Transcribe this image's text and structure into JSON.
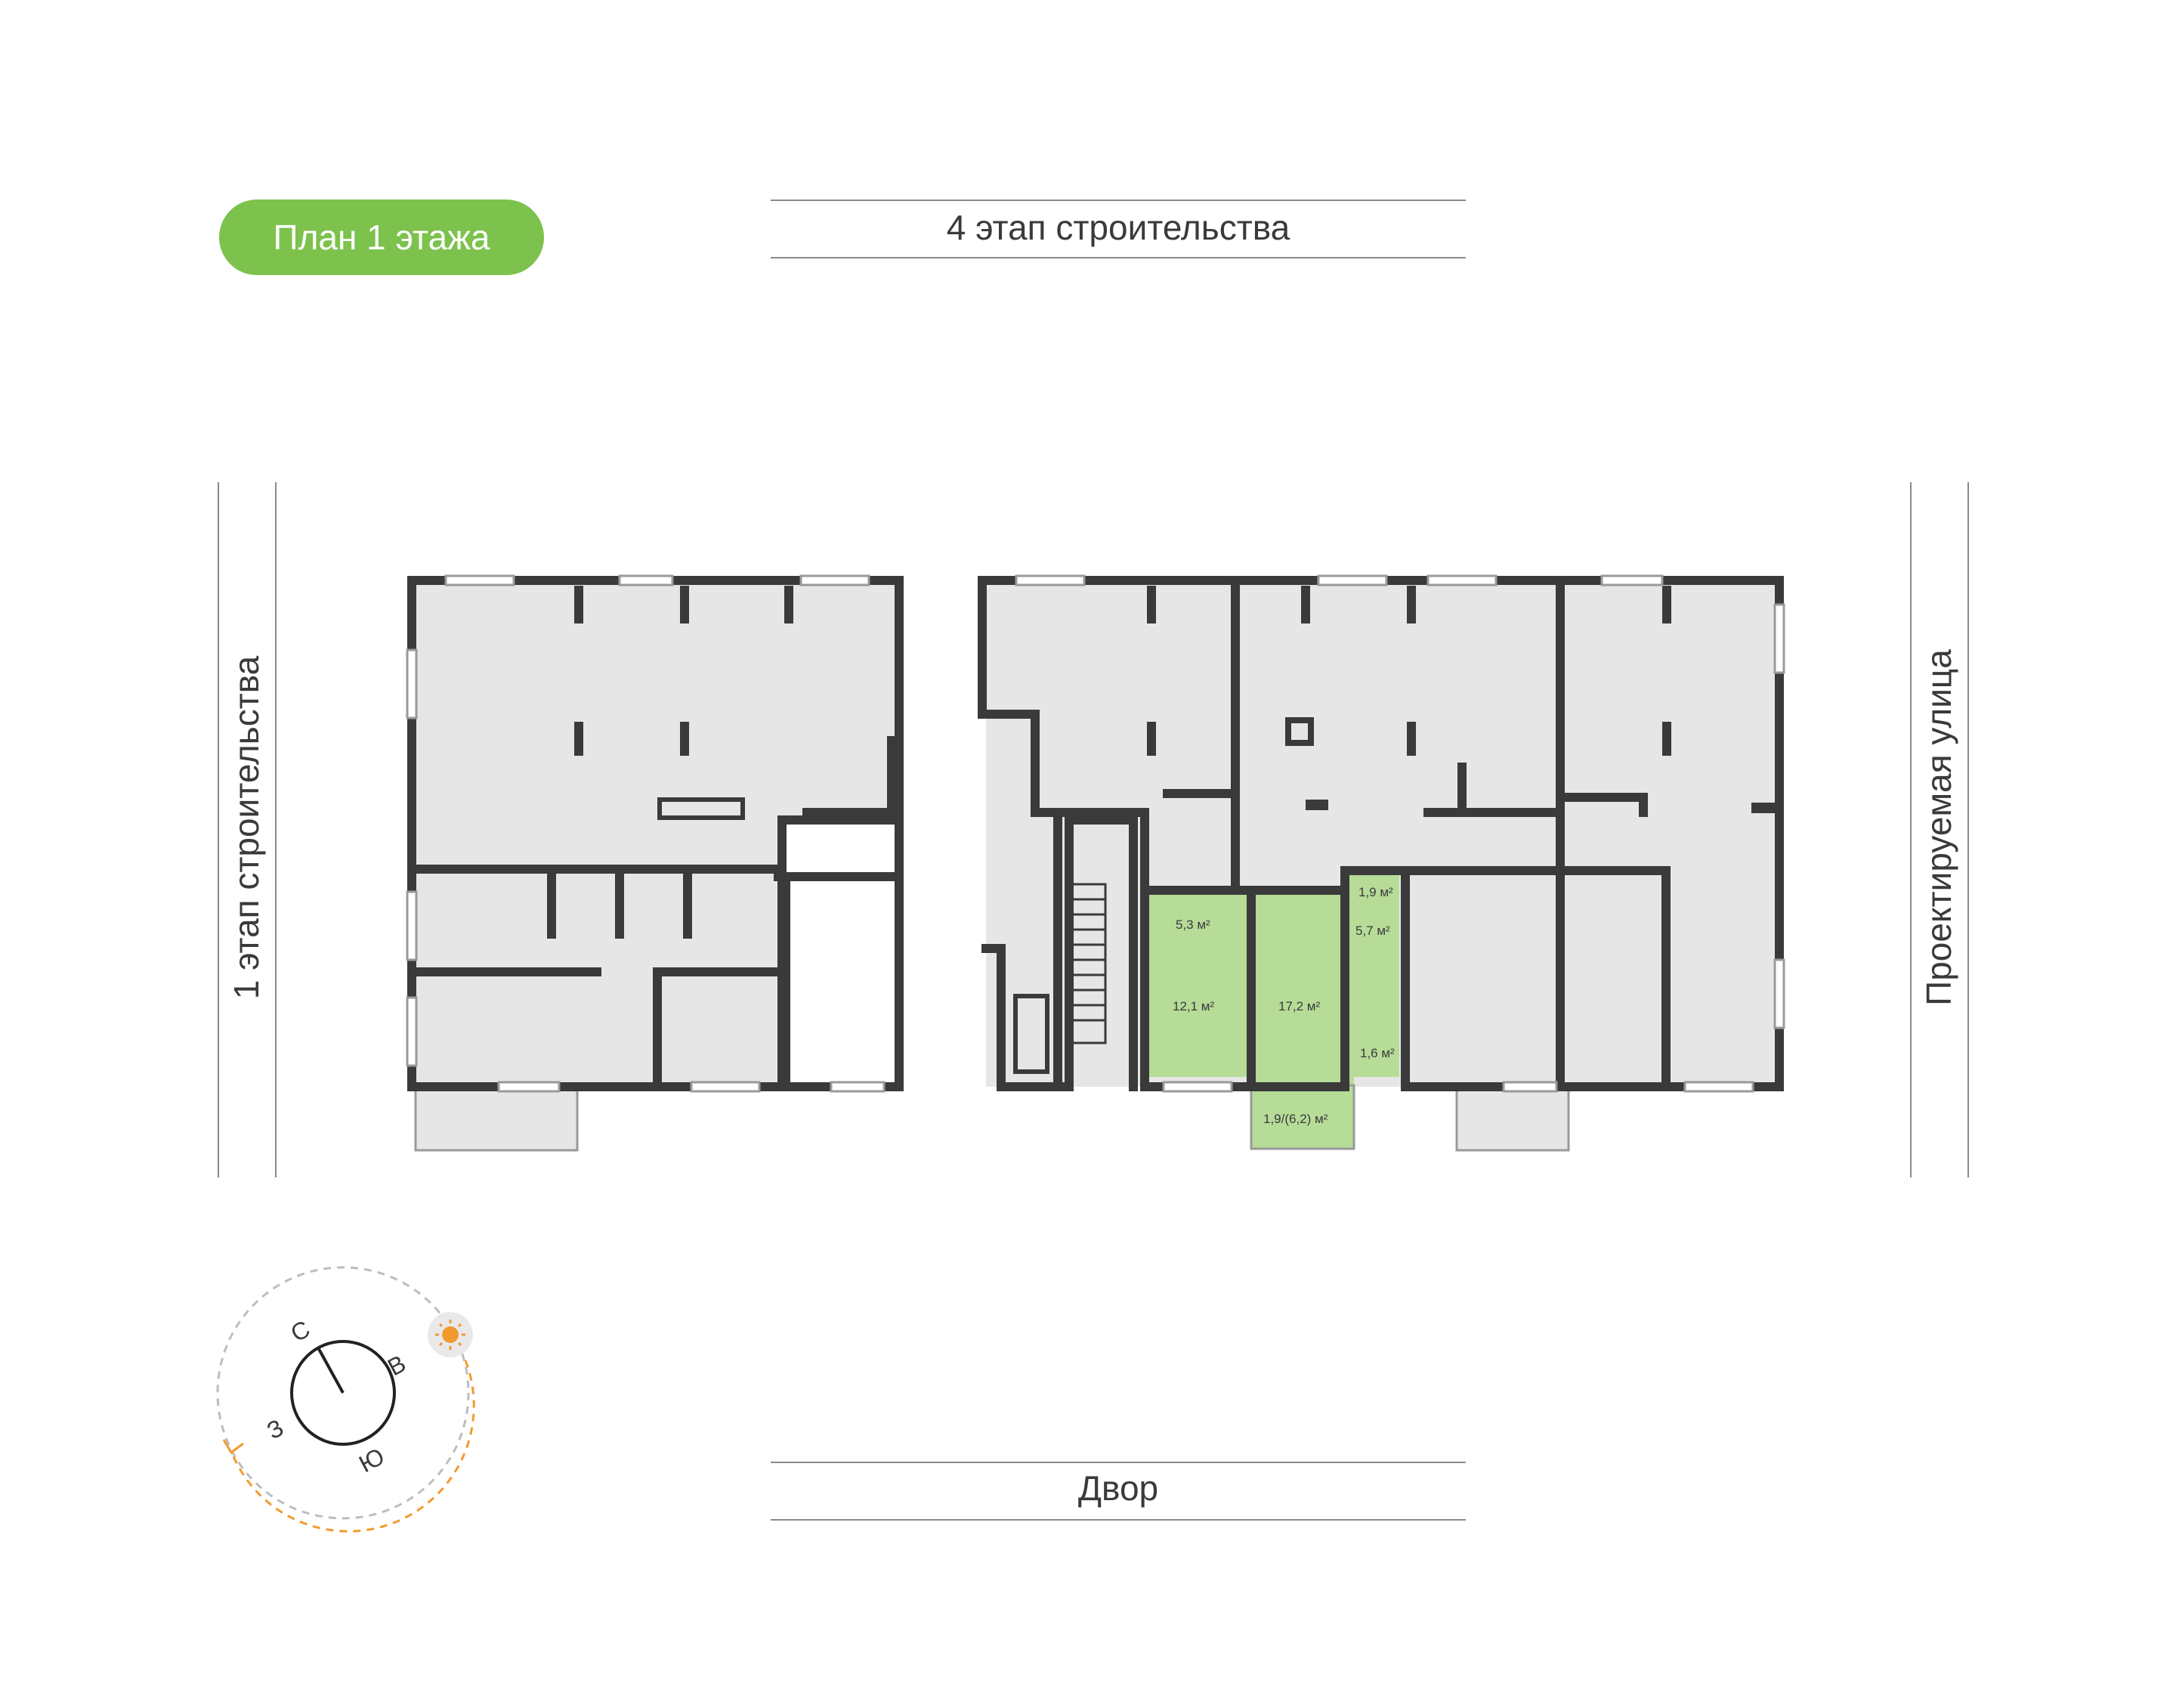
{
  "badge": {
    "title": "План 1 этажа",
    "color": "#7cc24c"
  },
  "labels": {
    "top": "4 этап строительства",
    "bottom": "Двор",
    "left": "1 этап строительства",
    "right": "Проектируемая улица"
  },
  "apartment": {
    "highlight_color": "#b6dc98",
    "rooms": [
      {
        "id": "bathroom",
        "area": "5,3 м²"
      },
      {
        "id": "bedroom",
        "area": "12,1 м²"
      },
      {
        "id": "kitchen-living",
        "area": "17,2 м²"
      },
      {
        "id": "wc",
        "area": "1,9 м²"
      },
      {
        "id": "hall",
        "area": "5,7 м²"
      },
      {
        "id": "storage",
        "area": "1,6 м²"
      },
      {
        "id": "balcony",
        "area": "1,9/(6,2) м²"
      }
    ]
  },
  "compass": {
    "north": "С",
    "east": "В",
    "south": "Ю",
    "west": "З",
    "sun_color": "#f29a2e",
    "sun_path_color": "#f29a2e"
  },
  "colors": {
    "wall": "#3a3a3a",
    "floor": "#e6e6e7"
  }
}
